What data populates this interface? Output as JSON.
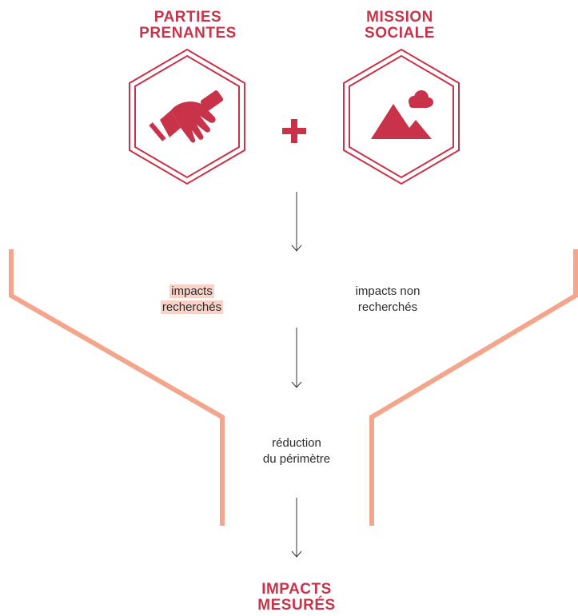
{
  "colors": {
    "accent": "#c8334a",
    "funnel": "#f4a68c",
    "highlight": "#fad3c8",
    "text": "#2b2b2b"
  },
  "left_title": {
    "line1": "PARTIES",
    "line2": "PRENANTES"
  },
  "right_title": {
    "line1": "MISSION",
    "line2": "SOCIALE"
  },
  "left_icon": "handshake-icon",
  "right_icon": "mountain-cloud-icon",
  "plus_symbol": "plus-icon",
  "sought_impacts": {
    "line1": "impacts",
    "line2": "recherchés"
  },
  "unsought_impacts": {
    "line1": "impacts non",
    "line2": "recherchés"
  },
  "scope_reduction": {
    "line1": "réduction",
    "line2": "du périmètre"
  },
  "bottom_title": {
    "line1": "IMPACTS",
    "line2": "MESURÉS"
  }
}
